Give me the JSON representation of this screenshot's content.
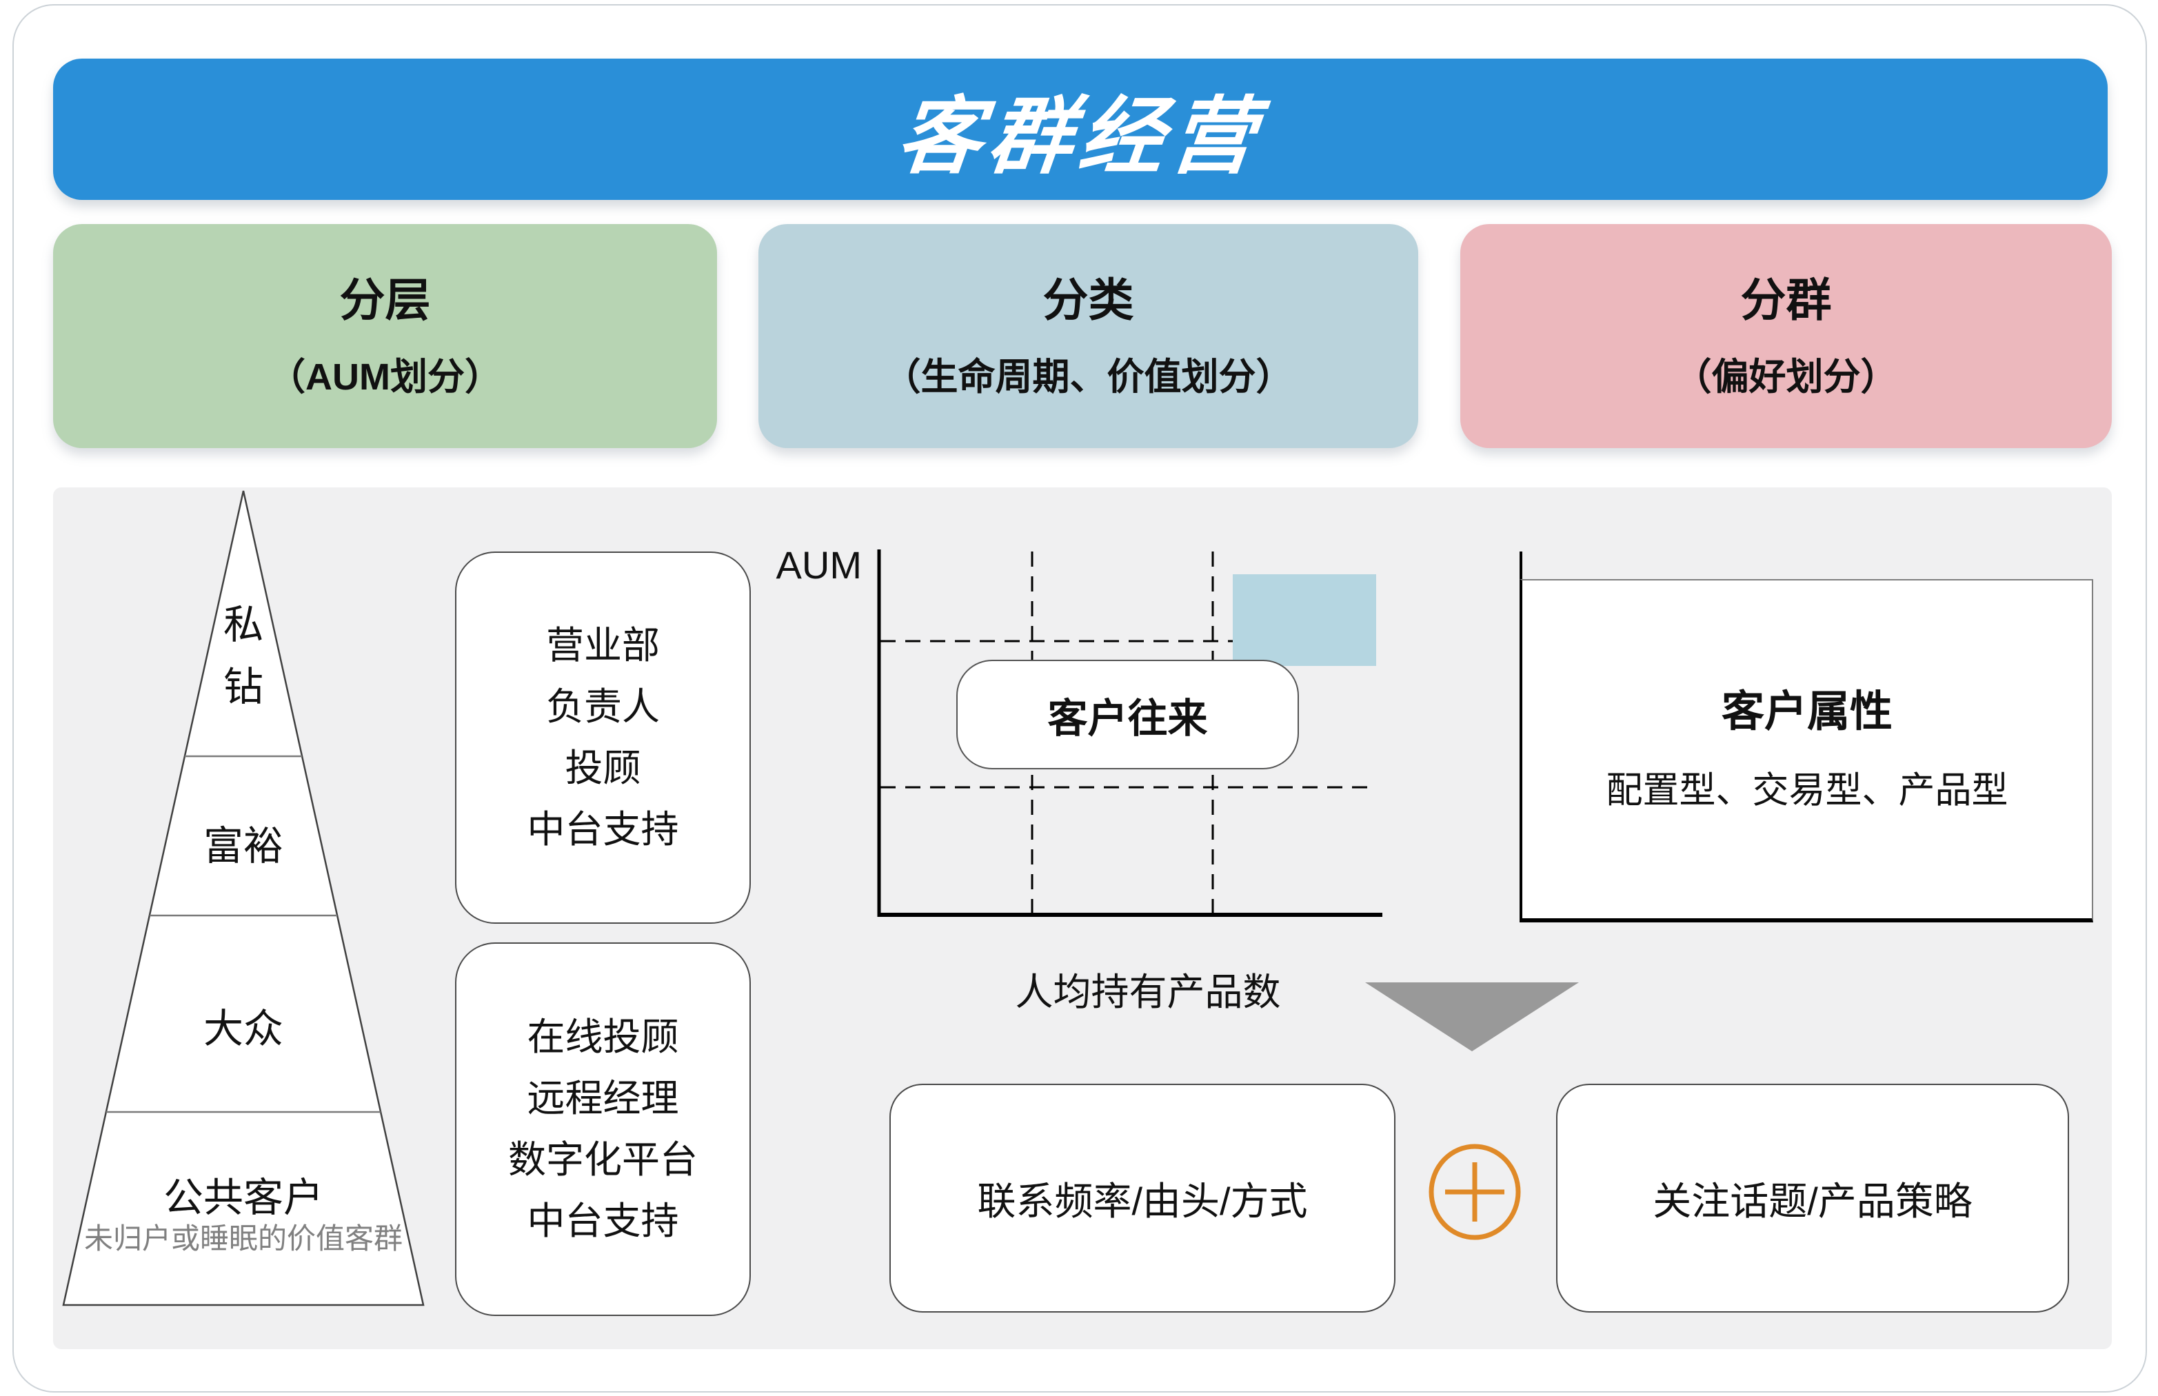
{
  "page": {
    "title": "客群经营"
  },
  "columns": [
    {
      "title": "分层",
      "subtitle": "（AUM划分）",
      "color": "#B7D4B3"
    },
    {
      "title": "分类",
      "subtitle": "（生命周期、价值划分）",
      "color": "#BAD3DC"
    },
    {
      "title": "分群",
      "subtitle": "（偏好划分）",
      "color": "#ECB8BD"
    }
  ],
  "pyramid": {
    "levels": [
      "私钻",
      "富裕",
      "大众",
      "公共客户"
    ],
    "note": "未归户或睡眠的价值客群"
  },
  "service_boxes": [
    {
      "lines": "营业部\n负责人\n投顾\n中台支持"
    },
    {
      "lines": "在线投顾\n远程经理\n数字化平台\n中台支持"
    }
  ],
  "chart": {
    "ylabel": "AUM",
    "xlabel": "人均持有产品数",
    "center_label": "客户往来",
    "legend_color": "#B5D6E1"
  },
  "attributes_box": {
    "title": "客户属性",
    "subtitle": "配置型、交易型、产品型"
  },
  "bottom": {
    "left_box": "联系频率/由头/方式",
    "right_box": "关注话题/产品策略",
    "plus_icon": "plus-in-circle"
  },
  "colors": {
    "banner_blue": "#2A8FD8",
    "layer_green": "#B7D4B3",
    "class_blue": "#BAD3DC",
    "group_pink": "#ECB8BD",
    "panel_gray": "#F0F0F1",
    "arrow_gray": "#999999",
    "plus_orange": "#E08A28",
    "legend_blue": "#B5D6E1",
    "note_gray": "#808080"
  }
}
